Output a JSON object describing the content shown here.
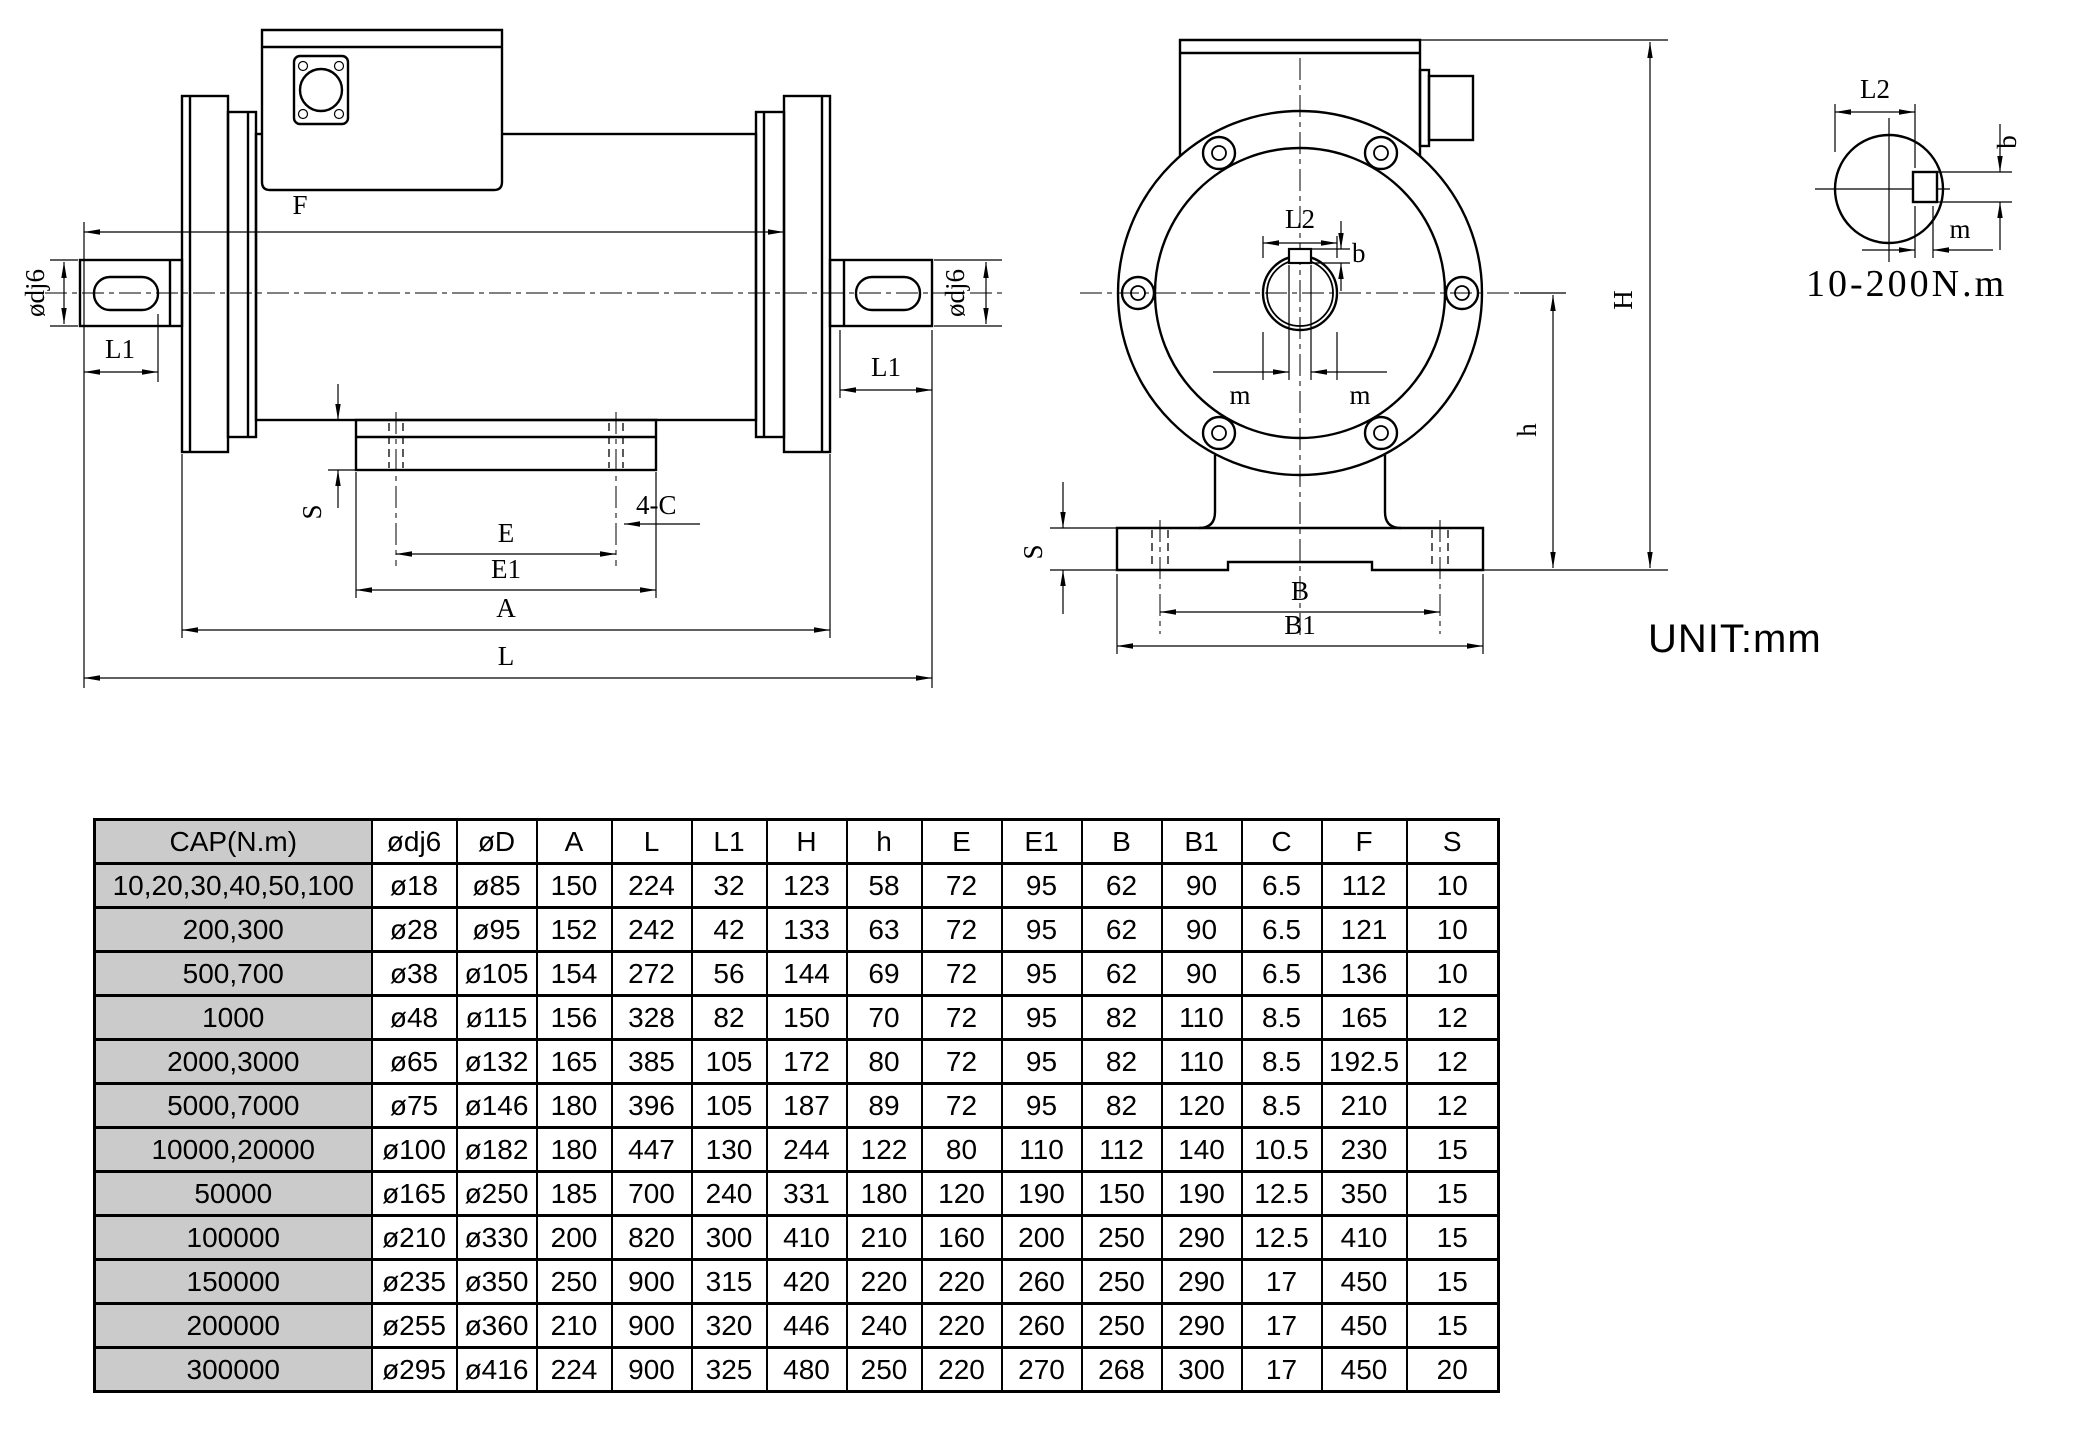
{
  "page": {
    "unit_note": "UNIT:mm"
  },
  "colors": {
    "first_column_bg": "#cbcbcb",
    "line_color": "#000000",
    "background": "#ffffff"
  },
  "drawing": {
    "side_view": {
      "labels": {
        "F": "F",
        "odj6_left": "ødj6",
        "odj6_right": "ødj6",
        "L1_left": "L1",
        "L1_right": "L1",
        "S": "S",
        "E": "E",
        "E1": "E1",
        "A": "A",
        "L": "L",
        "bolt_callout": "4-C"
      }
    },
    "front_view": {
      "labels": {
        "L2": "L2",
        "b": "b",
        "m_left": "m",
        "m_right": "m",
        "S": "S",
        "B": "B",
        "B1": "B1",
        "h": "h",
        "H": "H"
      }
    },
    "detail_view": {
      "labels": {
        "L2": "L2",
        "b": "b",
        "m": "m",
        "capacity_range": "10-200N.m"
      }
    }
  },
  "table": {
    "headers": [
      "CAP(N.m)",
      "ødj6",
      "øD",
      "A",
      "L",
      "L1",
      "H",
      "h",
      "E",
      "E1",
      "B",
      "B1",
      "C",
      "F",
      "S"
    ],
    "rows": [
      [
        "10,20,30,40,50,100",
        "ø18",
        "ø85",
        "150",
        "224",
        "32",
        "123",
        "58",
        "72",
        "95",
        "62",
        "90",
        "6.5",
        "112",
        "10"
      ],
      [
        "200,300",
        "ø28",
        "ø95",
        "152",
        "242",
        "42",
        "133",
        "63",
        "72",
        "95",
        "62",
        "90",
        "6.5",
        "121",
        "10"
      ],
      [
        "500,700",
        "ø38",
        "ø105",
        "154",
        "272",
        "56",
        "144",
        "69",
        "72",
        "95",
        "62",
        "90",
        "6.5",
        "136",
        "10"
      ],
      [
        "1000",
        "ø48",
        "ø115",
        "156",
        "328",
        "82",
        "150",
        "70",
        "72",
        "95",
        "82",
        "110",
        "8.5",
        "165",
        "12"
      ],
      [
        "2000,3000",
        "ø65",
        "ø132",
        "165",
        "385",
        "105",
        "172",
        "80",
        "72",
        "95",
        "82",
        "110",
        "8.5",
        "192.5",
        "12"
      ],
      [
        "5000,7000",
        "ø75",
        "ø146",
        "180",
        "396",
        "105",
        "187",
        "89",
        "72",
        "95",
        "82",
        "120",
        "8.5",
        "210",
        "12"
      ],
      [
        "10000,20000",
        "ø100",
        "ø182",
        "180",
        "447",
        "130",
        "244",
        "122",
        "80",
        "110",
        "112",
        "140",
        "10.5",
        "230",
        "15"
      ],
      [
        "50000",
        "ø165",
        "ø250",
        "185",
        "700",
        "240",
        "331",
        "180",
        "120",
        "190",
        "150",
        "190",
        "12.5",
        "350",
        "15"
      ],
      [
        "100000",
        "ø210",
        "ø330",
        "200",
        "820",
        "300",
        "410",
        "210",
        "160",
        "200",
        "250",
        "290",
        "12.5",
        "410",
        "15"
      ],
      [
        "150000",
        "ø235",
        "ø350",
        "250",
        "900",
        "315",
        "420",
        "220",
        "220",
        "260",
        "250",
        "290",
        "17",
        "450",
        "15"
      ],
      [
        "200000",
        "ø255",
        "ø360",
        "210",
        "900",
        "320",
        "446",
        "240",
        "220",
        "260",
        "250",
        "290",
        "17",
        "450",
        "15"
      ],
      [
        "300000",
        "ø295",
        "ø416",
        "224",
        "900",
        "325",
        "480",
        "250",
        "220",
        "270",
        "268",
        "300",
        "17",
        "450",
        "20"
      ]
    ]
  }
}
